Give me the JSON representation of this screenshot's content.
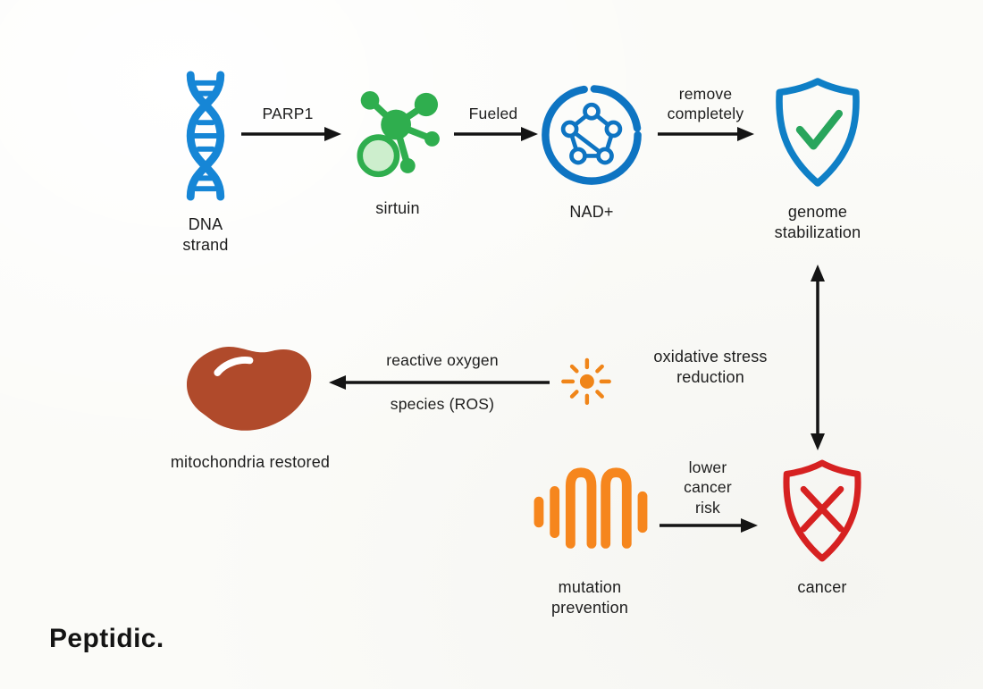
{
  "logo": {
    "text": "Peptidic."
  },
  "colors": {
    "dna_blue": "#1686d6",
    "sirtuin_green": "#2fae4e",
    "nad_blue": "#0e74c2",
    "genome_shield_blue": "#0f7fc6",
    "check_green": "#28a55c",
    "mitochondria_rust": "#b04a2b",
    "ros_orange": "#f08519",
    "mutation_orange": "#f6861d",
    "cancer_red": "#d62121",
    "arrow_black": "#141414",
    "background": "#fbfbf8"
  },
  "nodes": {
    "dna": {
      "label": [
        "DNA",
        "strand"
      ]
    },
    "sirtuin": {
      "label": [
        "sirtuin"
      ]
    },
    "nad": {
      "label": [
        "NAD+"
      ]
    },
    "genome": {
      "label": [
        "genome",
        "stabilization"
      ]
    },
    "mitochondria": {
      "label": [
        "mitochondria restored"
      ]
    },
    "oxidative": {
      "label": [
        "oxidative stress",
        "reduction"
      ]
    },
    "mutation": {
      "label": [
        "mutation",
        "prevention"
      ]
    },
    "cancer": {
      "label": [
        "cancer"
      ]
    }
  },
  "edges": {
    "parp1": {
      "label": "PARP1"
    },
    "fueled": {
      "label": "Fueled"
    },
    "remove_completely": {
      "label": [
        "remove",
        "completely"
      ]
    },
    "ros": {
      "label": [
        "reactive oxygen",
        "species (ROS)"
      ]
    },
    "lower_cancer_risk": {
      "label": [
        "lower",
        "cancer",
        "risk"
      ]
    }
  }
}
